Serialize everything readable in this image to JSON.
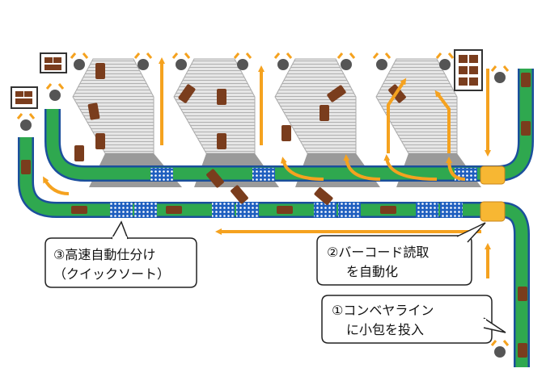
{
  "callouts": {
    "step1_line1": "①コンベヤライン",
    "step1_line2": "に小包を投入",
    "step2_line1": "②バーコード読取",
    "step2_line2": "を自動化",
    "step3_line1": "③高速自動仕分け",
    "step3_line2": "（クイックソート）"
  },
  "colors": {
    "conveyor_green": "#2fa84f",
    "conveyor_edge": "#1b4f9c",
    "arrow_orange": "#f5a21f",
    "parcel_brown": "#7a3d1d",
    "scanner_yellow": "#f7b733",
    "sorter_grey": "#c8c8c8",
    "roller_blue": "#1f5fbf"
  }
}
